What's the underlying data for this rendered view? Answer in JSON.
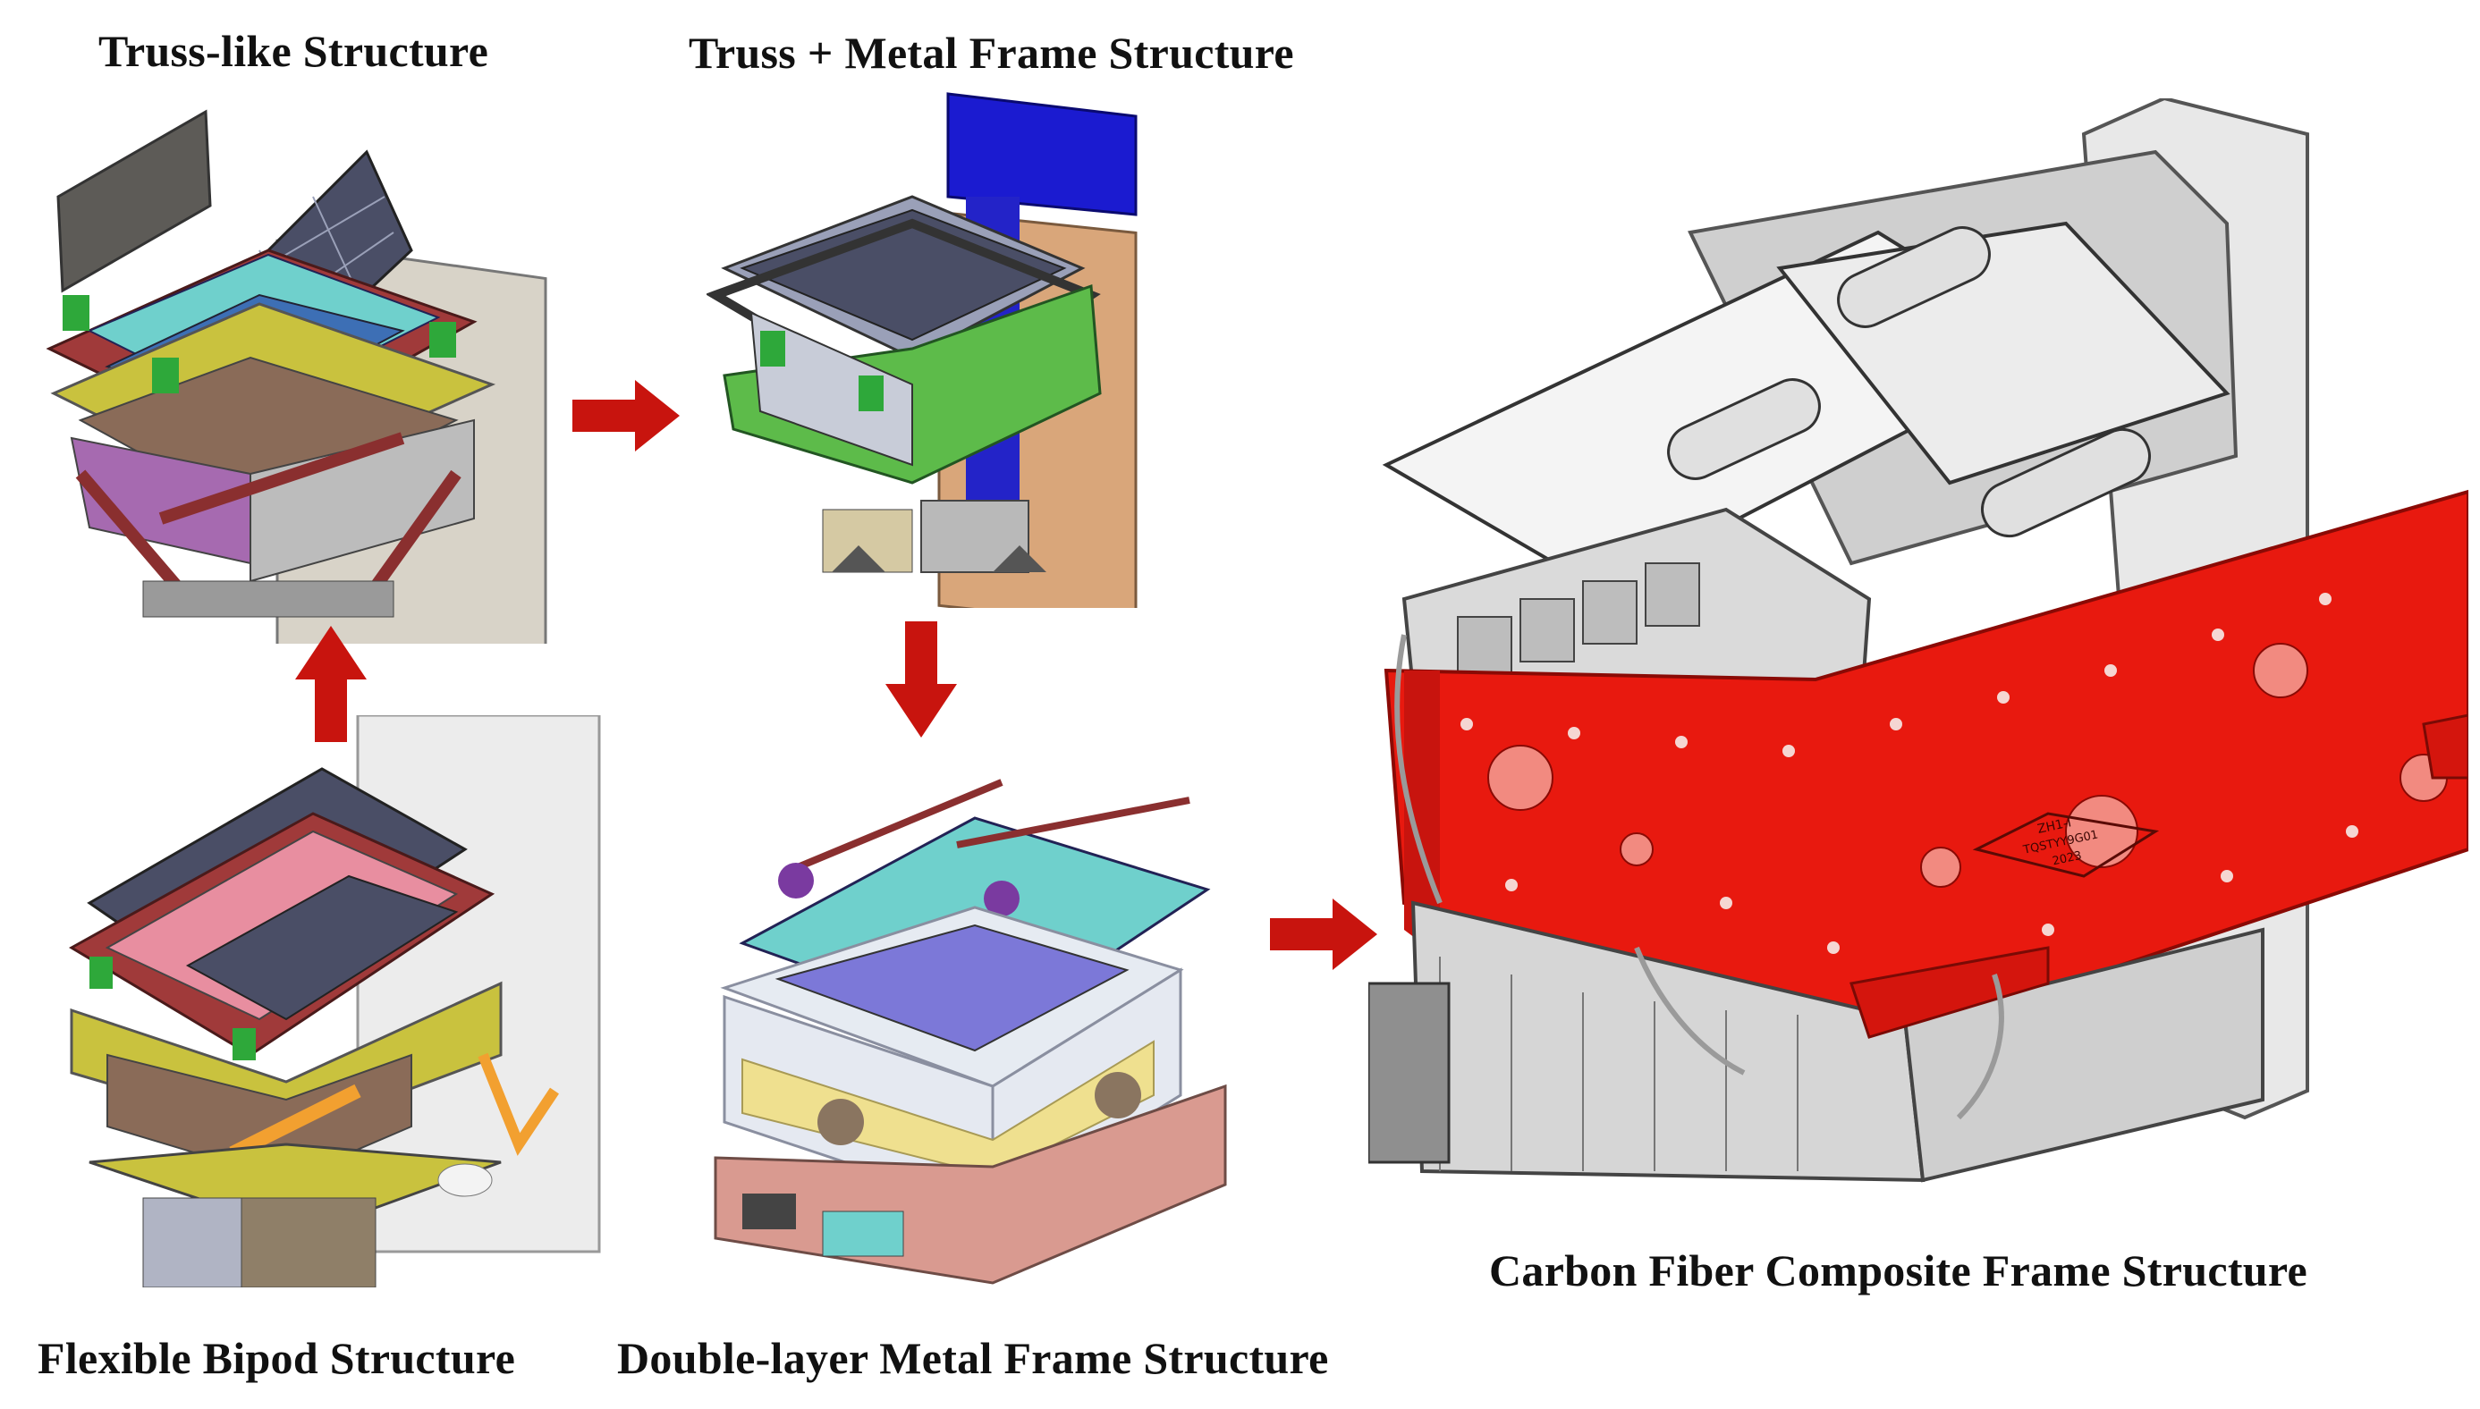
{
  "captions": {
    "truss_like": "Truss-like Structure",
    "truss_metal": "Truss + Metal Frame Structure",
    "carbon_fiber": "Carbon Fiber Composite Frame Structure",
    "flexible_bipod": "Flexible Bipod Structure",
    "double_layer": "Double-layer Metal Frame Structure"
  },
  "plate_marking": {
    "line1": "ZH1-I",
    "line2": "TQSTYY9G01",
    "line3": "2023"
  },
  "colors": {
    "arrow": "#c8140e",
    "composite_frame": "#e8190f",
    "truss_frame": "#9a3a3a",
    "green_frame": "#5dbb4a",
    "blue_panel": "#1b1bd0",
    "tan_panel": "#d9a67a",
    "grid_panel": "#4a4e66",
    "teal_panel": "#6fd0cc",
    "yellow_blanket": "#efe08f",
    "salmon_base": "#d99a90"
  }
}
